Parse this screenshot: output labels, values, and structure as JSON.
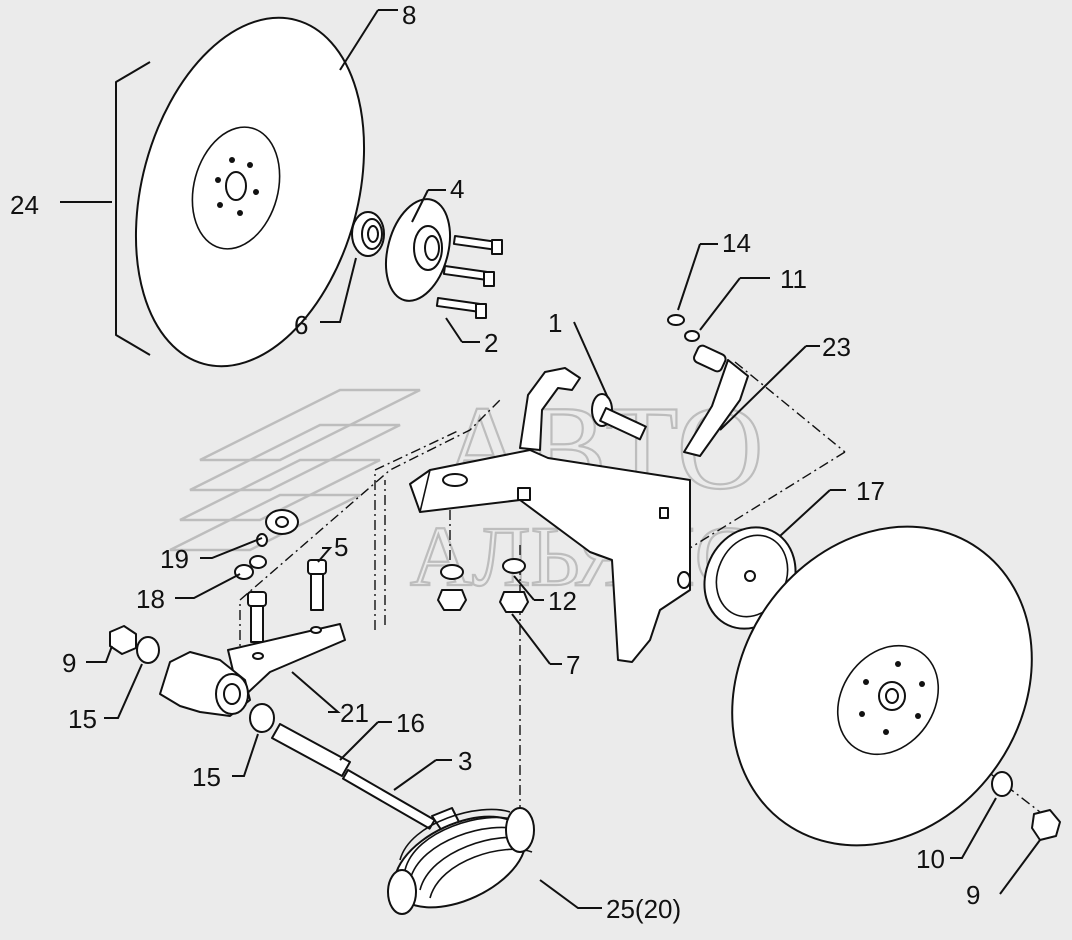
{
  "watermark": {
    "line1": "АВТО",
    "line2": "АЛЬЯНС"
  },
  "callouts": {
    "c1": "1",
    "c2": "2",
    "c3": "3",
    "c4": "4",
    "c5": "5",
    "c6": "6",
    "c7": "7",
    "c8": "8",
    "c9a": "9",
    "c9b": "9",
    "c10": "10",
    "c11": "11",
    "c12": "12",
    "c14": "14",
    "c15a": "15",
    "c15b": "15",
    "c16": "16",
    "c17": "17",
    "c18": "18",
    "c19": "19",
    "c21": "21",
    "c23": "23",
    "c24": "24",
    "c25": "25(20)"
  }
}
